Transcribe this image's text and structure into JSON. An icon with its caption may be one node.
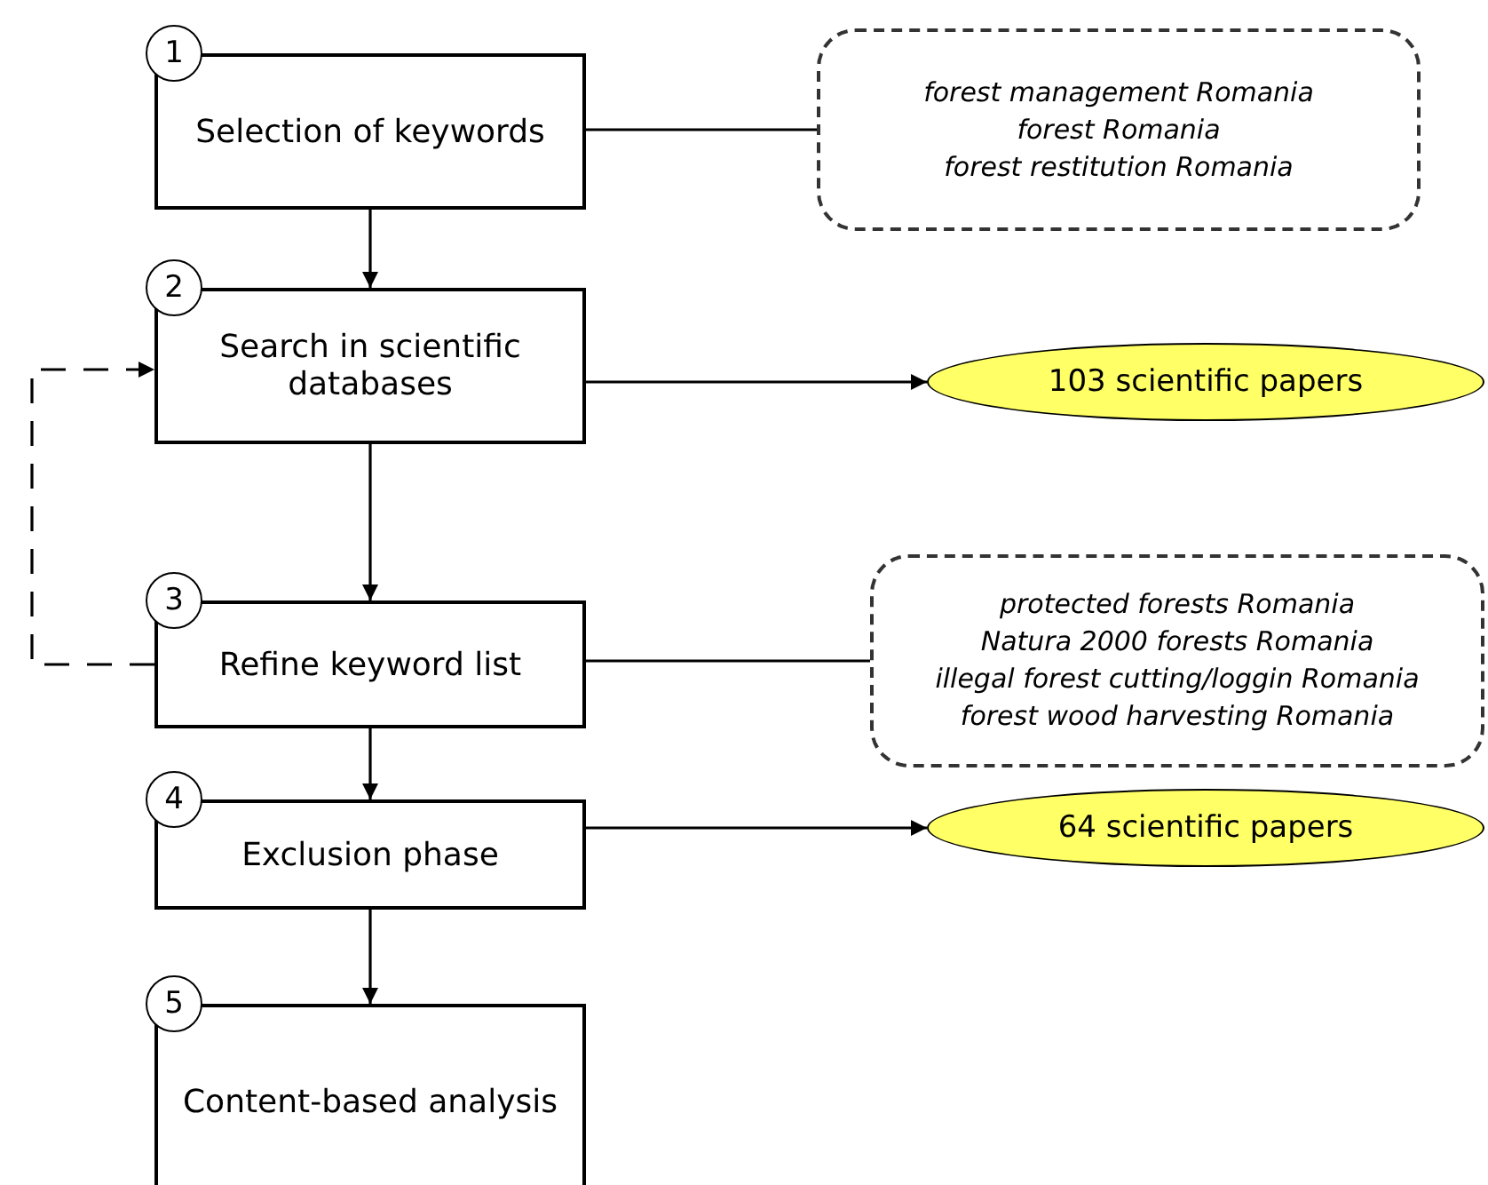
{
  "diagram": {
    "nodes": [
      {
        "text": [
          "1"
        ]
      },
      {
        "text": [
          "Selection of keywords"
        ]
      },
      {
        "text": [
          "forest management Romania",
          "forest Romania",
          "forest restitution Romania"
        ]
      },
      {
        "text": [
          "2"
        ]
      },
      {
        "text": [
          "Search in scientific databases"
        ]
      },
      {
        "text": [
          "103 scientific papers"
        ]
      },
      {
        "text": [
          "3"
        ]
      },
      {
        "text": [
          "Refine keyword list"
        ]
      },
      {
        "text": [
          "protected forests Romania",
          "Natura 2000 forests Romania",
          "illegal forest cutting/loggin Romania",
          "forest wood harvesting Romania"
        ]
      },
      {
        "text": [
          "4"
        ]
      },
      {
        "text": [
          "Exclusion phase"
        ]
      },
      {
        "text": [
          "64 scientific papers"
        ]
      },
      {
        "text": [
          "5"
        ]
      },
      {
        "text": [
          "Content-based analysis"
        ]
      }
    ],
    "edges": [
      {
        "from": 1,
        "to": 2,
        "arrow": "none"
      },
      {
        "from": 1,
        "to": 4,
        "arrow": "to"
      },
      {
        "from": 4,
        "to": 5,
        "arrow": "to"
      },
      {
        "from": 4,
        "to": 7,
        "arrow": "to"
      },
      {
        "from": 7,
        "to": 4,
        "arrow": "to",
        "style": "dashed"
      },
      {
        "from": 7,
        "to": 8,
        "arrow": "none"
      },
      {
        "from": 7,
        "to": 10,
        "arrow": "to"
      },
      {
        "from": 10,
        "to": 11,
        "arrow": "to"
      },
      {
        "from": 10,
        "to": 13,
        "arrow": "to"
      }
    ]
  }
}
